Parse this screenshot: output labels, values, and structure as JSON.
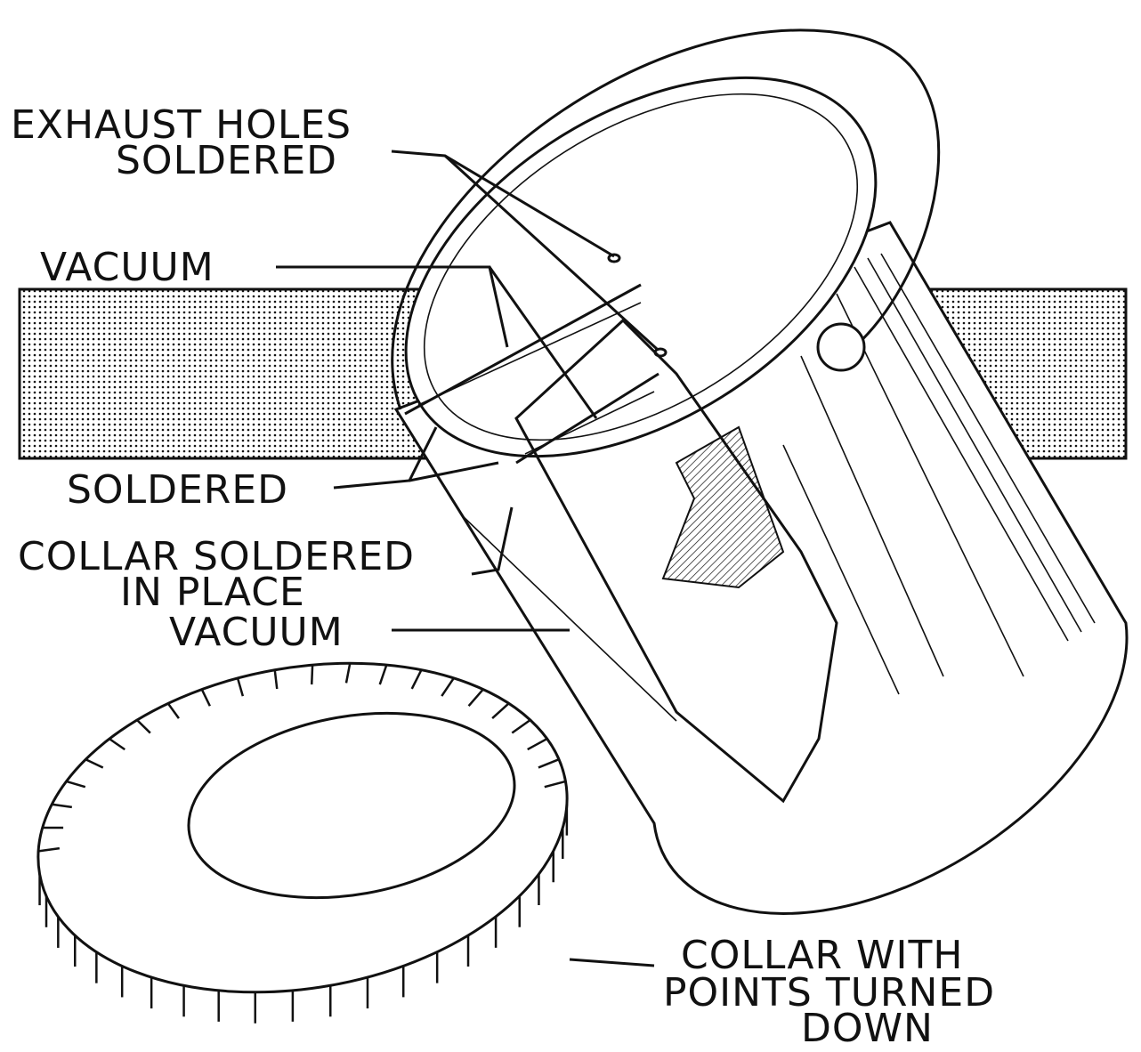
{
  "labels": {
    "exhaust_line1": "EXHAUST  HOLES",
    "exhaust_line2": "SOLDERED",
    "vacuum_top": "VACUUM",
    "soldered": "SOLDERED",
    "collar_line1": "COLLAR SOLDERED",
    "collar_line2": "IN  PLACE",
    "vacuum_bottom": "VACUUM",
    "points_line1": "COLLAR  WITH",
    "points_line2": "POINTS TURNED",
    "points_line3": "DOWN"
  },
  "colors": {
    "ink": "#111111",
    "paper": "#ffffff"
  }
}
